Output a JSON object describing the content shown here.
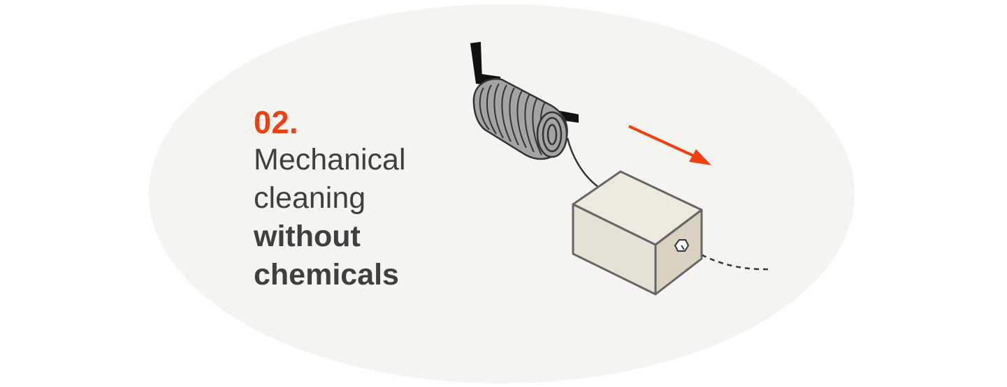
{
  "step": {
    "number": "02.",
    "lines": {
      "line1": "Mechanical",
      "line2": "cleaning",
      "line3": "without",
      "line4": "chemicals"
    }
  },
  "colors": {
    "background_ellipse": "#f5f4f1",
    "accent": "#f0400f",
    "text": "#3f3f3f",
    "box_front": "#e6e1d5",
    "box_side": "#d9d2c1",
    "outline": "#666666",
    "coil": "#a4a4a4",
    "bracket": "#111111"
  },
  "icons": {
    "coil": "coiled-spring-brush-icon",
    "box": "machine-box-icon",
    "arrow": "direction-arrow-icon",
    "connector": "hex-nut-icon"
  }
}
